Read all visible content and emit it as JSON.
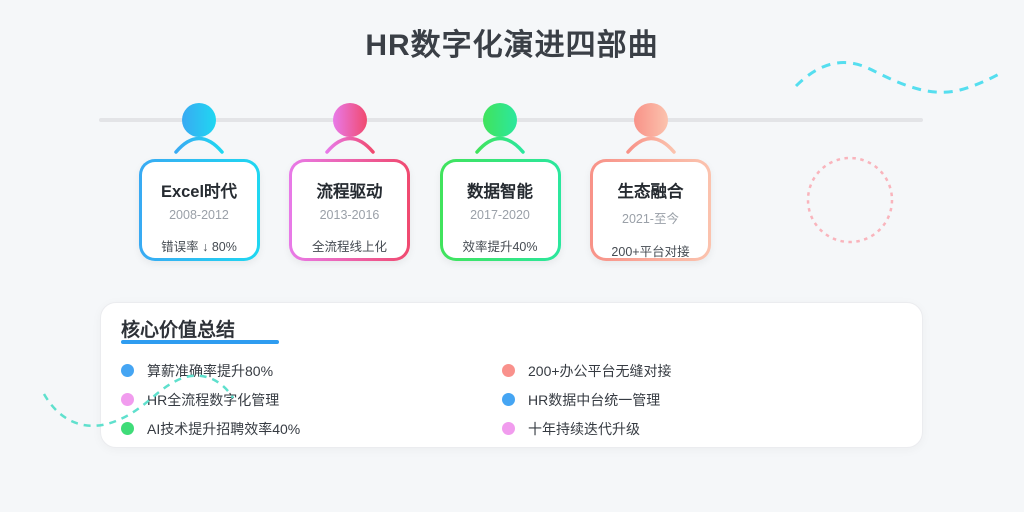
{
  "title": "HR数字化演进四部曲",
  "timeline": {
    "line_color": "#E3E4E7",
    "stages": [
      {
        "name": "Excel时代",
        "period": "2008-2012",
        "stat": "错误率 ↓ 80%",
        "color_start": "#39AAF3",
        "color_end": "#1FD7F1"
      },
      {
        "name": "流程驱动",
        "period": "2013-2016",
        "stat": "全流程线上化",
        "color_start": "#E87AE9",
        "color_end": "#F04A6F"
      },
      {
        "name": "数据智能",
        "period": "2017-2020",
        "stat": "效率提升40%",
        "color_start": "#41E35C",
        "color_end": "#2BE79E"
      },
      {
        "name": "生态融合",
        "period": "2021-至今",
        "stat": "200+平台对接",
        "color_start": "#F89288",
        "color_end": "#FBC3AE"
      }
    ]
  },
  "summary": {
    "title": "核心价值总结",
    "underline_color": "#2E9CF0",
    "items": [
      {
        "text": "算薪准确率提升80%",
        "dot_color": "#45A5F3"
      },
      {
        "text": "HR全流程数字化管理",
        "dot_color": "#F19CEE"
      },
      {
        "text": "AI技术提升招聘效率40%",
        "dot_color": "#3FDC78"
      },
      {
        "text": "200+办公平台无缝对接",
        "dot_color": "#F9918C"
      },
      {
        "text": "HR数据中台统一管理",
        "dot_color": "#45A5F3"
      },
      {
        "text": "十年持续迭代升级",
        "dot_color": "#F19CEE"
      }
    ]
  },
  "decor": {
    "wave_top_right_color": "#55DEEF",
    "dashed_circle_color": "#F9B4BC",
    "wave_bottom_left_color": "#5FE0CD"
  }
}
